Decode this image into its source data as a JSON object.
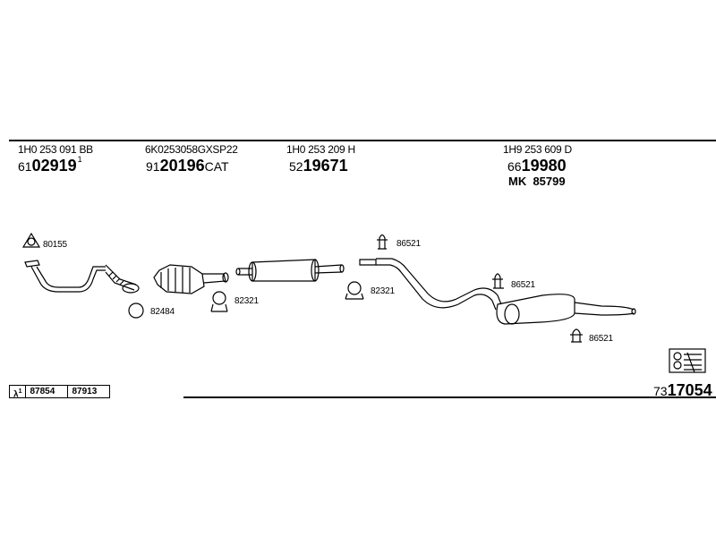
{
  "parts": [
    {
      "oe": "1H0 253 091 BB",
      "prefix": "61",
      "number": "02919",
      "suffix": "1"
    },
    {
      "oe": "6K0253058GXSP22",
      "prefix": "91",
      "number": "20196",
      "suffix": "CAT"
    },
    {
      "oe": "1H0 253 209 H",
      "prefix": "52",
      "number": "19671",
      "suffix": ""
    },
    {
      "oe": "1H9 253 609 D",
      "prefix": "66",
      "number": "19980",
      "suffix": ""
    }
  ],
  "mk": {
    "label": "MK",
    "number": "85799"
  },
  "hardware": {
    "gasket_front": "80155",
    "ring": "82484",
    "clamp_cat": "82321",
    "clamp_mid": "82321",
    "hanger_1": "86521",
    "hanger_2": "86521",
    "hanger_3": "86521"
  },
  "lambda_table": {
    "symbol": "λ",
    "sup": "1",
    "values": [
      "87854",
      "87913"
    ]
  },
  "reference": {
    "prefix": "73",
    "number": "17054"
  }
}
